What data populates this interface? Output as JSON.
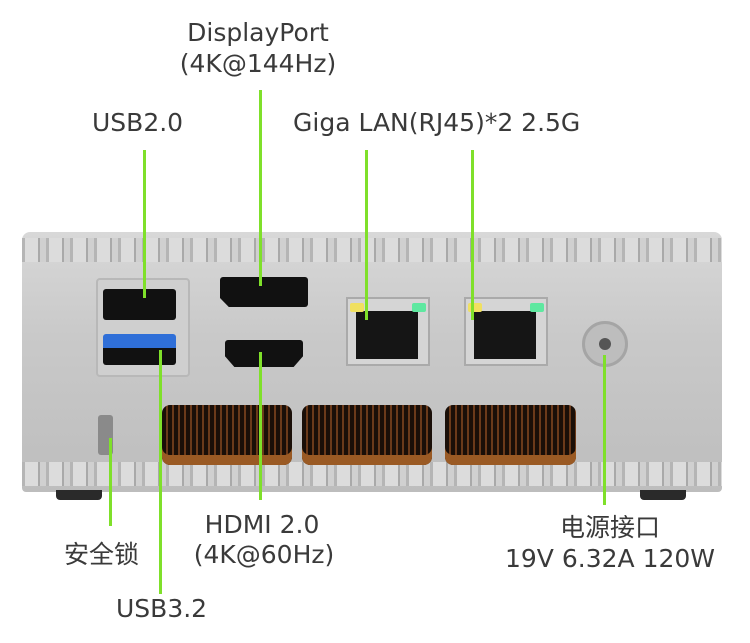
{
  "labels": {
    "displayport": "DisplayPort",
    "displayport_spec": "(4K@144Hz)",
    "usb2": "USB2.0",
    "lan": "Giga LAN(RJ45)*2 2.5G",
    "hdmi": "HDMI 2.0",
    "hdmi_spec": "(4K@60Hz)",
    "lock": "安全锁",
    "usb3": "USB3.2",
    "power": "电源接口",
    "power_spec": "19V 6.32A 120W"
  },
  "colors": {
    "callout_line": "#7fe02a",
    "usb3_blue": "#2f6fd8",
    "led_yellow": "#f0e060",
    "led_green": "#5ee8a0"
  }
}
